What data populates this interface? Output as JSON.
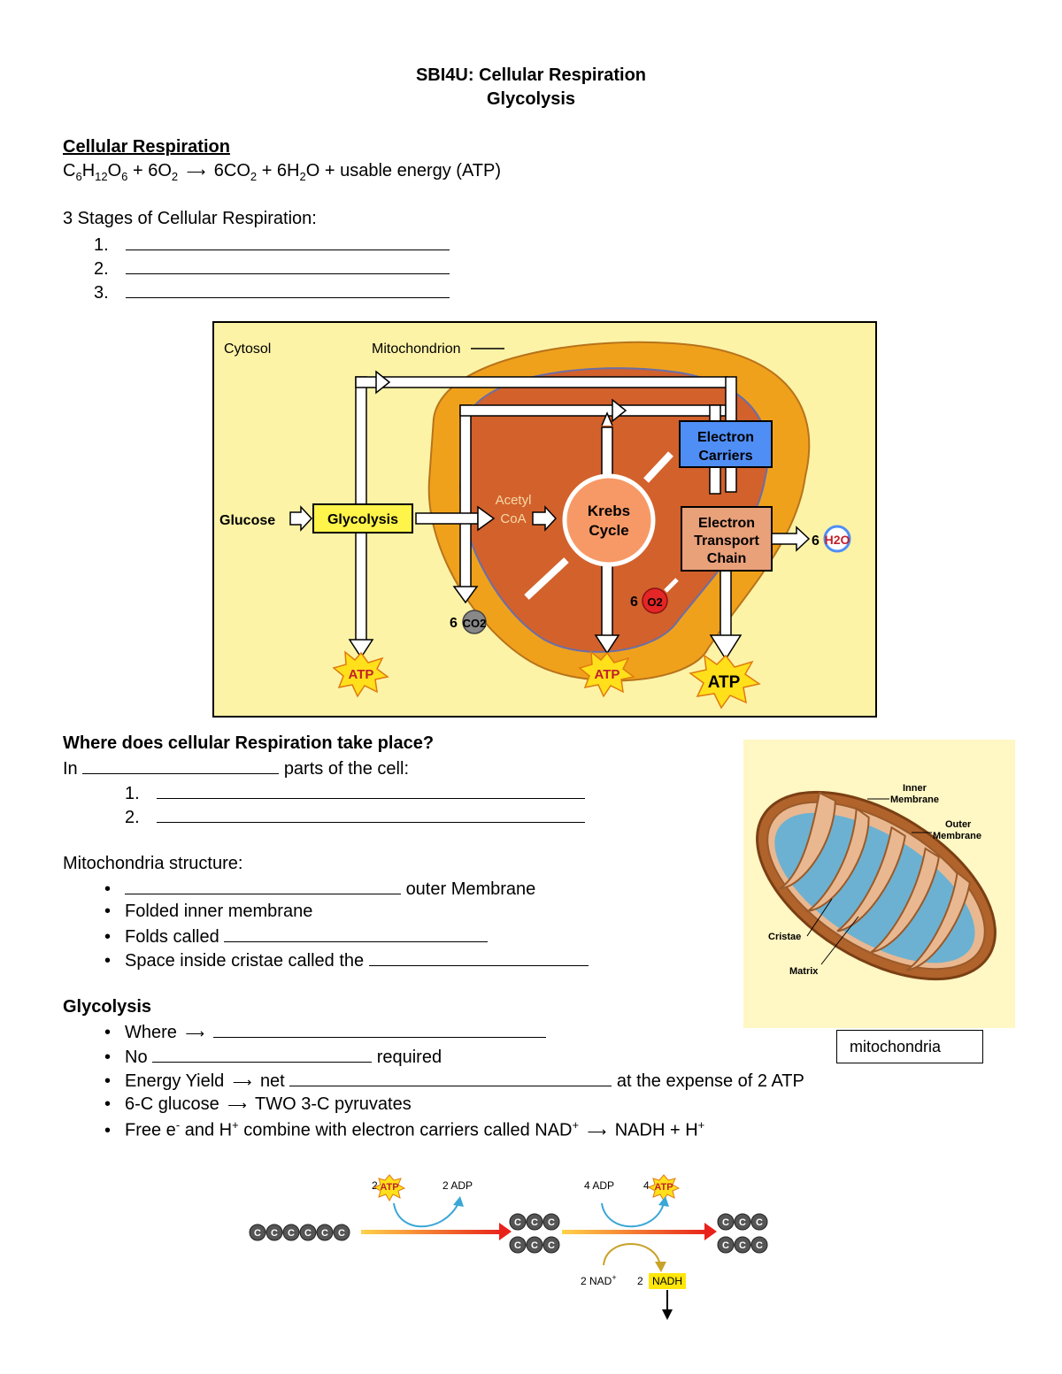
{
  "header": {
    "title": "SBI4U: Cellular Respiration",
    "subtitle": "Glycolysis"
  },
  "cellular_respiration": {
    "heading": "Cellular Respiration",
    "equation": {
      "glucose_c": "C",
      "glucose_c_n": "6",
      "glucose_h": "H",
      "glucose_h_n": "12",
      "glucose_o": "O",
      "glucose_o_n": "6",
      "plus_o2": "+ 6O",
      "o2_n": "2",
      "arrow": "⟶",
      "co2": "6CO",
      "co2_n": "2",
      "plus_h2o": "+ 6H",
      "h2o_n": "2",
      "rest": "O + usable energy (ATP)"
    },
    "stages_label": "3 Stages of Cellular Respiration:",
    "stage_numbers": [
      "1.",
      "2.",
      "3."
    ]
  },
  "diagram": {
    "cytosol": "Cytosol",
    "mitochondrion": "Mitochondrion",
    "glucose": "Glucose",
    "glycolysis": "Glycolysis",
    "acetyl": "Acetyl",
    "coa": "CoA",
    "krebs": "Krebs",
    "cycle": "Cycle",
    "electron": "Electron",
    "carriers": "Carriers",
    "etc_1": "Electron",
    "etc_2": "Transport",
    "etc_3": "Chain",
    "h2o_coef": "6",
    "h2o_label": "H2O",
    "co2_coef": "6",
    "co2_label": "CO2",
    "o2_coef": "6",
    "o2_label": "O2",
    "atp": "ATP"
  },
  "where": {
    "heading": "Where does cellular Respiration take place?",
    "in_prefix": "In",
    "in_suffix": "parts of the cell:",
    "numbers": [
      "1.",
      "2."
    ]
  },
  "mito_structure": {
    "label": "Mitochondria structure:",
    "items": [
      {
        "prefix": "",
        "suffix": "outer Membrane"
      },
      {
        "prefix": "Folded inner membrane",
        "suffix": ""
      },
      {
        "prefix": "Folds called",
        "suffix": ""
      },
      {
        "prefix": "Space inside cristae called the",
        "suffix": ""
      }
    ]
  },
  "mito_image": {
    "inner_membrane": "Inner\nMembrane",
    "outer_membrane": "Outer\nMembrane",
    "cristae": "Cristae",
    "matrix": "Matrix",
    "caption": "mitochondria"
  },
  "glycolysis_section": {
    "heading": "Glycolysis",
    "items": [
      {
        "prefix": "Where",
        "arrow": "⟶",
        "suffix": ""
      },
      {
        "prefix": "No",
        "suffix": "required"
      },
      {
        "prefix": "Energy Yield",
        "arrow": "⟶",
        "mid": "net",
        "suffix": "at the expense of 2 ATP"
      },
      {
        "prefix": "6-C glucose",
        "arrow": "⟶",
        "suffix": "TWO 3-C pyruvates"
      },
      {
        "prefix": "Free e",
        "sup1": "-",
        "mid": " and H",
        "sup2": "+",
        "mid2": " combine with electron carriers called NAD",
        "sup3": "+",
        "arrow": "⟶",
        "end": "NADH + H",
        "sup4": "+"
      }
    ]
  },
  "glyco_diagram": {
    "atp_in_coef": "2",
    "atp_in": "ATP",
    "adp_out": "2 ADP",
    "adp_in": "4 ADP",
    "atp_out_coef": "4",
    "atp_out": "ATP",
    "nad": "2 NAD",
    "nad_sup": "+",
    "nadh_coef": "2",
    "nadh": "NADH",
    "carbon": "C"
  },
  "colors": {
    "cytosol_bg": "#fdf3a6",
    "outer_mito": "#f0a11c",
    "inner_mito": "#d2612c",
    "krebs": "#f79966",
    "carriers": "#4f8ef5",
    "etc": "#e9a17a",
    "glycolysis_box": "#fff44a",
    "atp_star": "#ffe01a",
    "mito_bg": "#fff7c4",
    "matrix_blue": "#6cb1d1"
  }
}
